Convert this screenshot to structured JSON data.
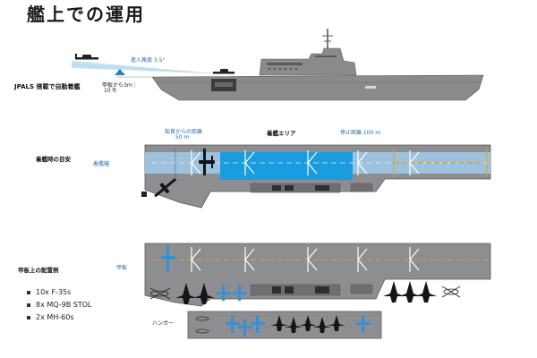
{
  "title": "艦上での運用",
  "approach": {
    "angle_label": "進入角度 3.5°",
    "jpals_label": "JPALS 搭載で自動着艦",
    "height_label": "甲板から3ｍ｜",
    "height_sub": "10 ft"
  },
  "landing": {
    "section_label": "着艦時の目安",
    "width_label": "着艦幅",
    "bow_distance_label": "船首からの距離",
    "bow_distance_value": "50 m",
    "area_label": "着艦エリア",
    "stop_distance_label": "停止距離 100 m"
  },
  "deck": {
    "section_label": "甲板上の配置例",
    "deck_label": "甲板",
    "hangar_label": "ハンガー"
  },
  "legend": [
    "10x F-35s",
    "8x MQ-9B STOL",
    "2x MH-60s"
  ],
  "colors": {
    "deck": "#8e8e91",
    "deck_edge": "#5a5a5d",
    "landing_lane": "#9ec8e6",
    "landing_area": "#1a9de0",
    "ship_hull": "#8b8b8e",
    "aircraft_blue": "#3a8fd0",
    "aircraft_black": "#151515",
    "centerline_yellow": "#e0a020"
  }
}
